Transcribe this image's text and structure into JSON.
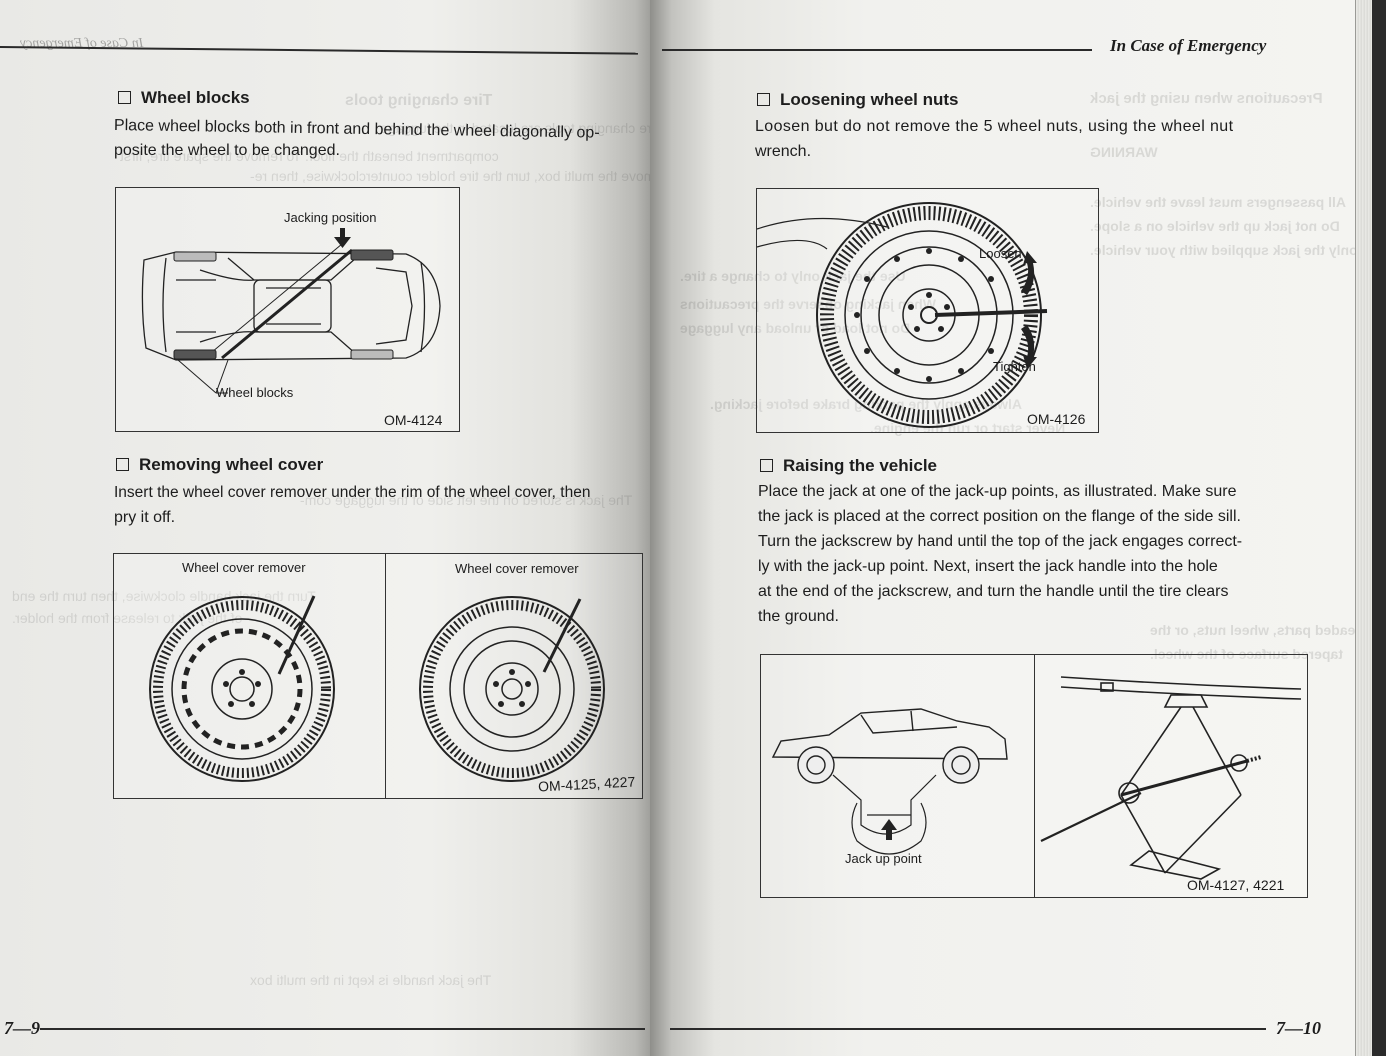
{
  "left_page": {
    "header_ghost": "In Case of Emergency",
    "page_number": "7—9",
    "sections": {
      "wheel_blocks": {
        "title": "Wheel blocks",
        "body_line1": "Place wheel blocks both in front and behind the wheel diagonally op-",
        "body_line2": "posite the wheel to be changed.",
        "figure": {
          "caption_top": "Jacking position",
          "caption_bottom": "Wheel blocks",
          "code": "OM-4124"
        }
      },
      "removing_wheel_cover": {
        "title": "Removing wheel cover",
        "body_line1": "Insert the wheel cover remover under the rim of the wheel cover, then",
        "body_line2": "pry it off.",
        "figure": {
          "caption_left": "Wheel cover remover",
          "caption_right": "Wheel cover remover",
          "code": "OM-4125, 4227"
        }
      }
    }
  },
  "right_page": {
    "header_title": "In Case of Emergency",
    "page_number": "7—10",
    "sections": {
      "loosening_wheel_nuts": {
        "title": "Loosening wheel nuts",
        "body_line1": "Loosen but do not remove the 5 wheel nuts, using the wheel nut",
        "body_line2": "wrench.",
        "figure": {
          "label_loosen": "Loosen",
          "label_tighten": "Tighten",
          "code": "OM-4126"
        }
      },
      "raising_the_vehicle": {
        "title": "Raising the vehicle",
        "body_lines": [
          "Place the jack at one of the jack-up points, as illustrated. Make sure",
          "the jack is placed at the correct position on the flange of the side sill.",
          "Turn the jackscrew by hand until the top of the jack engages correct-",
          "ly with the jack-up point. Next, insert the jack handle into the hole",
          "at the end of the jackscrew, and turn the handle until the tire clears",
          "the ground."
        ],
        "figure": {
          "caption": "Jack up point",
          "code": "OM-4127, 4221"
        }
      }
    }
  },
  "colors": {
    "ink": "#1d1d1d",
    "paper": "#f1f1ee",
    "spine_shadow": "#8c8c88"
  },
  "icons": [
    "checkbox-icon",
    "arrow-down-icon",
    "rotation-arrow-icon"
  ]
}
